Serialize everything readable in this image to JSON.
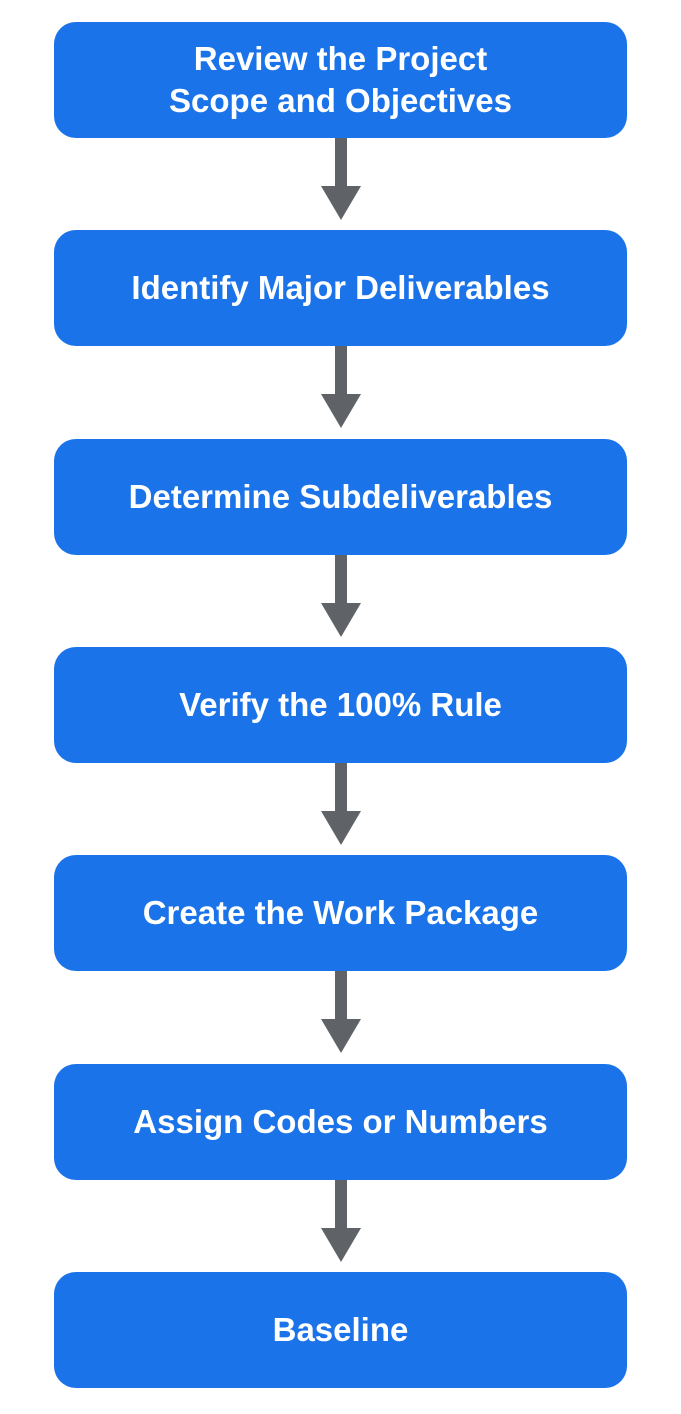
{
  "colors": {
    "box_fill": "#1a73e8",
    "box_text": "#ffffff",
    "arrow": "#5f6368",
    "background": "#ffffff"
  },
  "steps": [
    {
      "label": "Review the Project\nScope and Objectives"
    },
    {
      "label": "Identify Major Deliverables"
    },
    {
      "label": "Determine Subdeliverables"
    },
    {
      "label": "Verify the 100% Rule"
    },
    {
      "label": "Create the Work Package"
    },
    {
      "label": "Assign Codes or Numbers"
    },
    {
      "label": "Baseline"
    }
  ],
  "arrows": [
    {
      "from": 0,
      "to": 1,
      "icon": "arrow-down-icon"
    },
    {
      "from": 1,
      "to": 2,
      "icon": "arrow-down-icon"
    },
    {
      "from": 2,
      "to": 3,
      "icon": "arrow-down-icon"
    },
    {
      "from": 3,
      "to": 4,
      "icon": "arrow-down-icon"
    },
    {
      "from": 4,
      "to": 5,
      "icon": "arrow-down-icon"
    },
    {
      "from": 5,
      "to": 6,
      "icon": "arrow-down-icon"
    }
  ]
}
